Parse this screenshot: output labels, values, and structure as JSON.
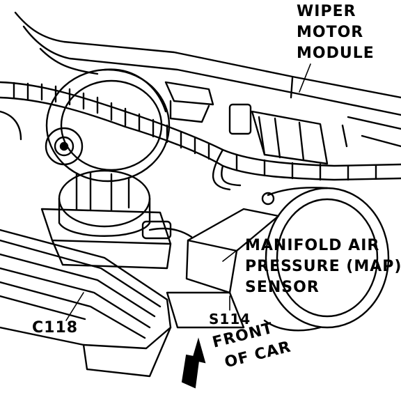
{
  "labels": {
    "wiper_line1": "WIPER",
    "wiper_line2": "MOTOR",
    "wiper_line3": "MODULE",
    "map_line1": "MANIFOLD AIR",
    "map_line2": "PRESSURE (MAP)",
    "map_line3": "SENSOR",
    "c118": "C118",
    "s114": "S114",
    "front_line1": "FRONT",
    "front_line2": "OF CAR"
  },
  "colors": {
    "ink": "#000000",
    "paper": "#ffffff"
  }
}
